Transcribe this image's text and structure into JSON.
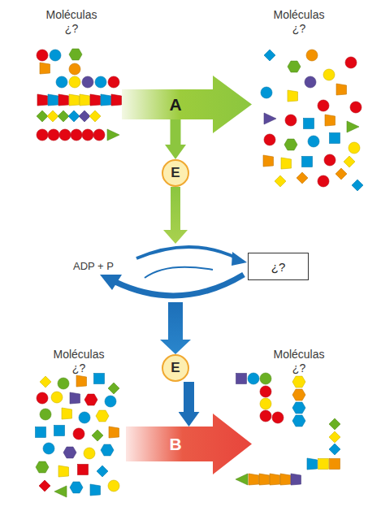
{
  "diagram": {
    "nodes": [
      {
        "text": [
          "A"
        ]
      },
      {
        "text": [
          "E"
        ]
      },
      {
        "text": [
          "¿?"
        ]
      },
      {
        "text": [
          "E"
        ]
      },
      {
        "text": [
          "B"
        ]
      }
    ],
    "edges": [
      {
        "from": 0,
        "to": 1,
        "arrow": "to"
      },
      {
        "from": 3,
        "to": 4,
        "arrow": "to"
      }
    ],
    "labels": [
      "Moléculas ¿?",
      "Moléculas ¿?",
      "ADP + P",
      "Moléculas ¿?",
      "Moléculas ¿?"
    ]
  }
}
